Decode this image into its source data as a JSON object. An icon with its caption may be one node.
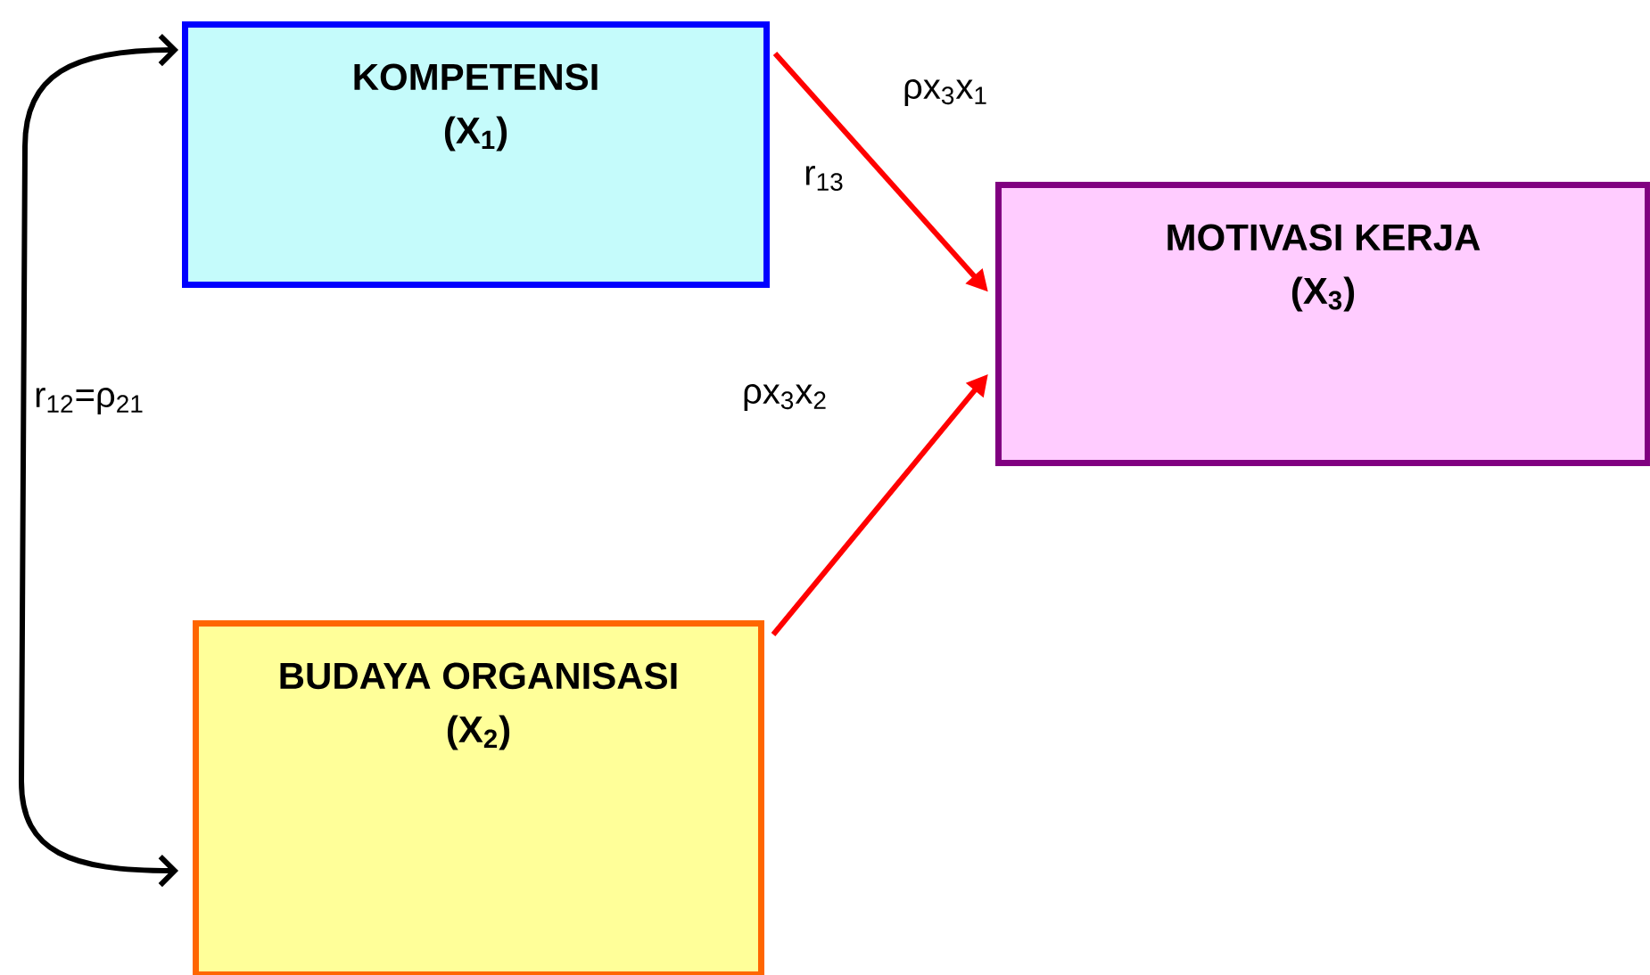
{
  "diagram": {
    "nodes": [
      {
        "text": [
          "KOMPETENSI",
          "(X$_{1}$)"
        ]
      },
      {
        "text": [
          "BUDAYA ORGANISASI",
          "(X$_{2}$)"
        ]
      },
      {
        "text": [
          "MOTIVASI KERJA",
          "(X$_{3}$)"
        ]
      }
    ],
    "edges": [
      {
        "from": 0,
        "to": 2,
        "arrow": "to"
      },
      {
        "from": 1,
        "to": 2,
        "arrow": "to"
      },
      {
        "from": 0,
        "to": 1,
        "arrow": "both",
        "color": "#000000"
      }
    ],
    "labels": [
      "ρx$_{3}$x$_{1}$",
      "r$_{13}$",
      "r$_{12}$=ρ$_{21}$",
      "ρx$_{3}$x$_{2}$"
    ]
  }
}
